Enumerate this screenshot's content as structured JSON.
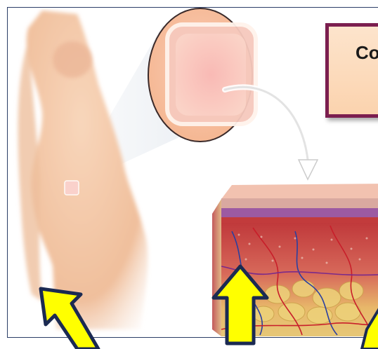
{
  "title_box": {
    "text": "Co"
  },
  "colors": {
    "frame": "#2b3d66",
    "title_border": "#7b1e4f",
    "title_fill": "#fde4cc",
    "skin": "#f3c3a0",
    "patch": "#f7c8c0",
    "arrow_fill": "#ffff00",
    "arrow_stroke": "#1b2a52"
  },
  "icons": [
    "up-arrow",
    "up-left-arrow",
    "curved-arrow"
  ]
}
